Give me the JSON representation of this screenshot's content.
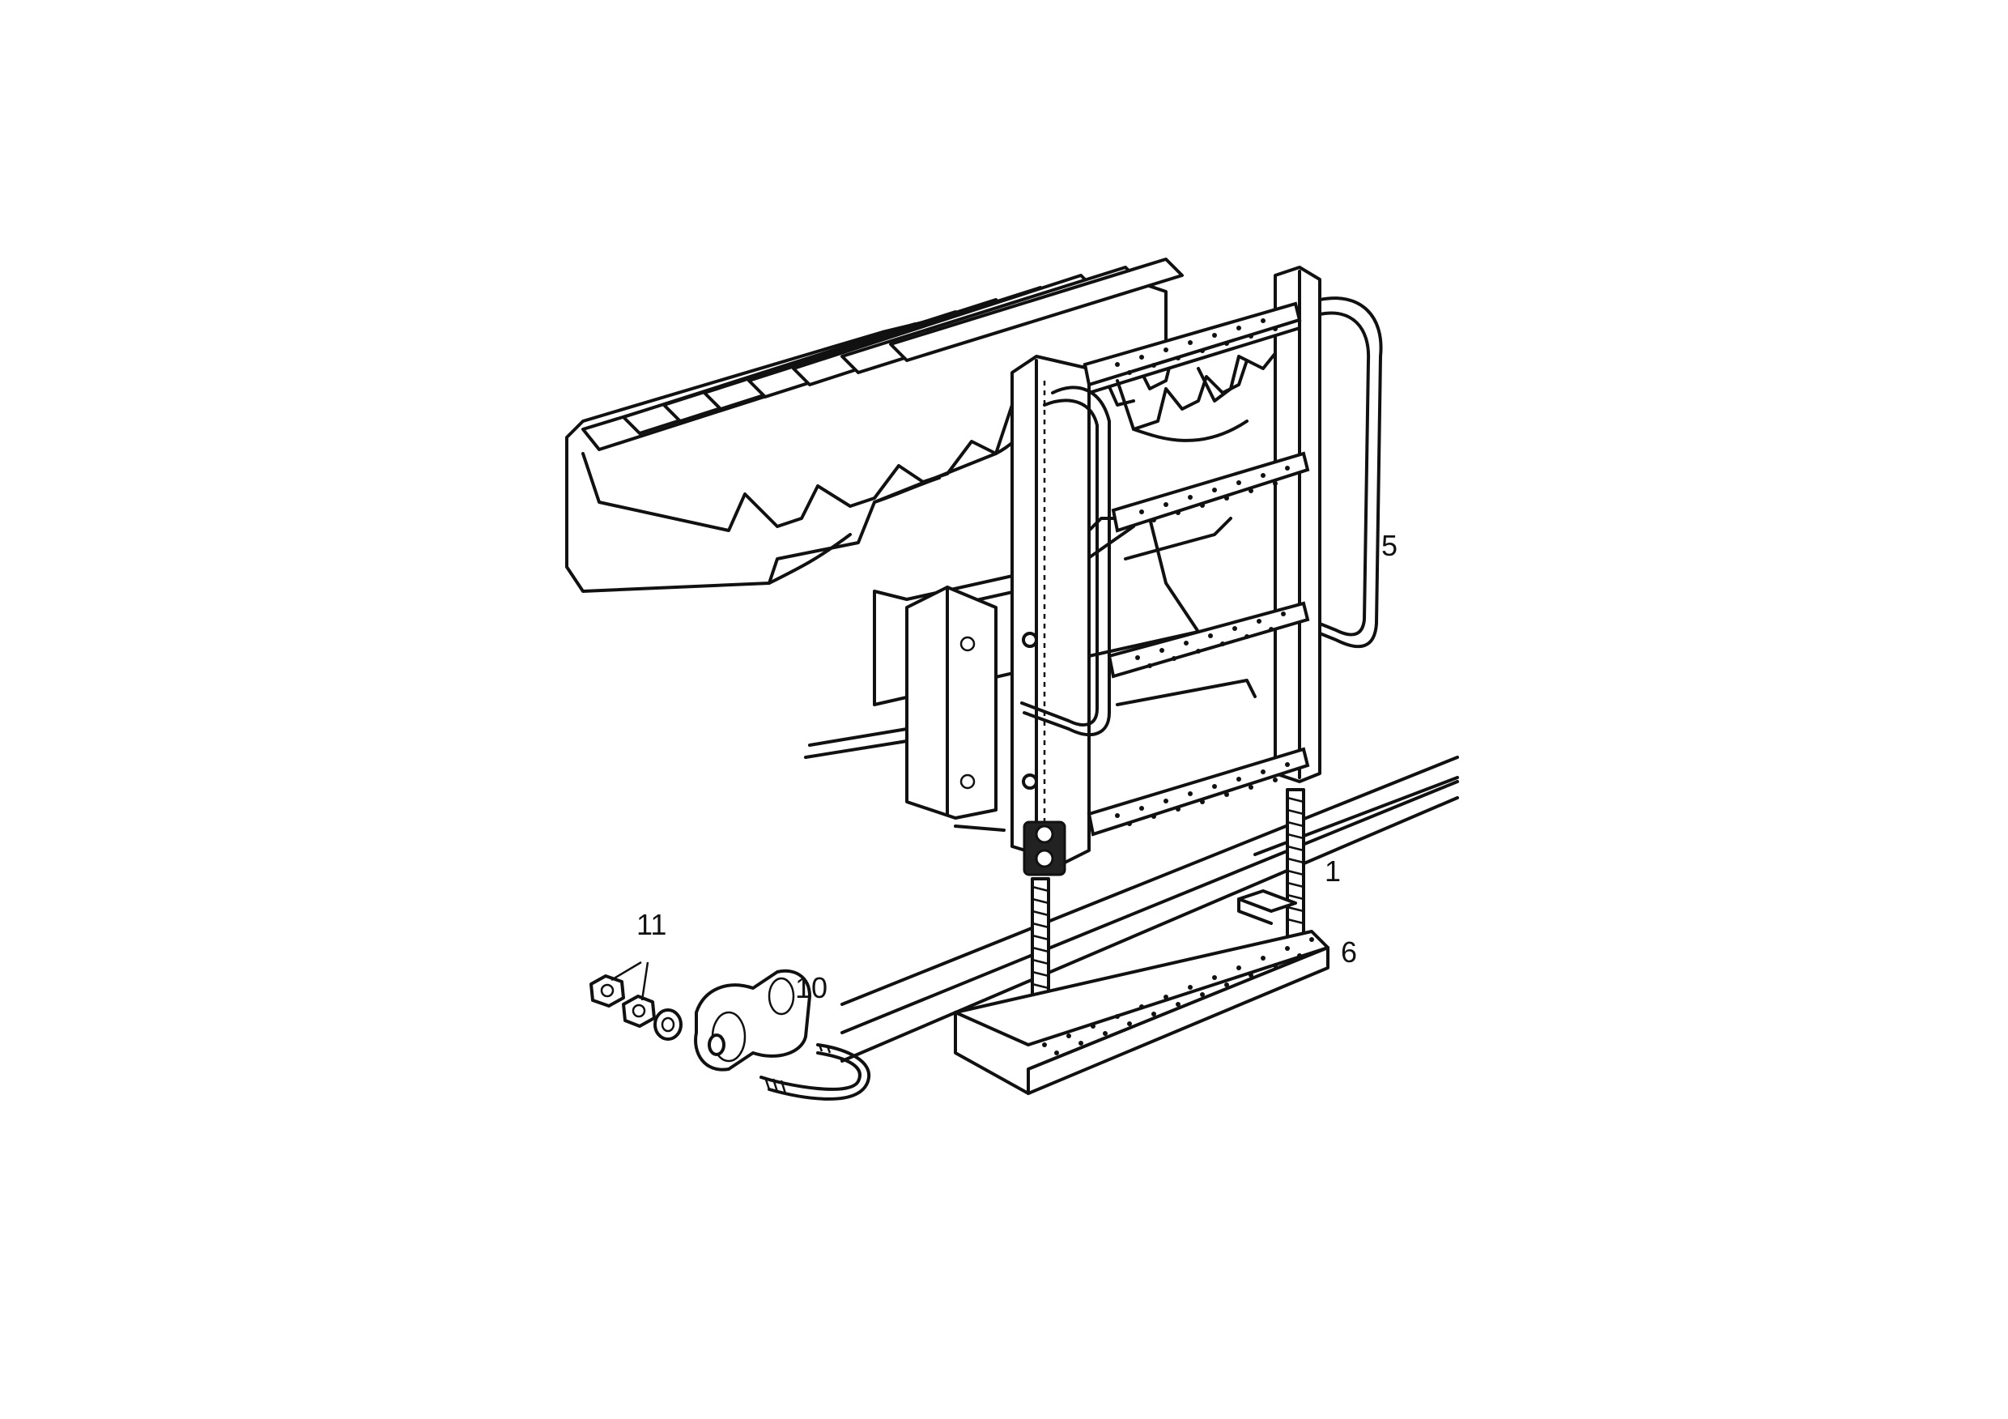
{
  "figure": {
    "callouts": [
      {
        "id": "1",
        "label": "1"
      },
      {
        "id": "5",
        "label": "5"
      },
      {
        "id": "6",
        "label": "6"
      },
      {
        "id": "10",
        "label": "10"
      },
      {
        "id": "11",
        "label": "11"
      }
    ],
    "icons": [
      "track-grouser-icon",
      "ladder-icon",
      "handrail-icon",
      "step-tread-icon",
      "nut-icon",
      "washer-icon",
      "clamp-icon",
      "u-bolt-icon"
    ]
  }
}
